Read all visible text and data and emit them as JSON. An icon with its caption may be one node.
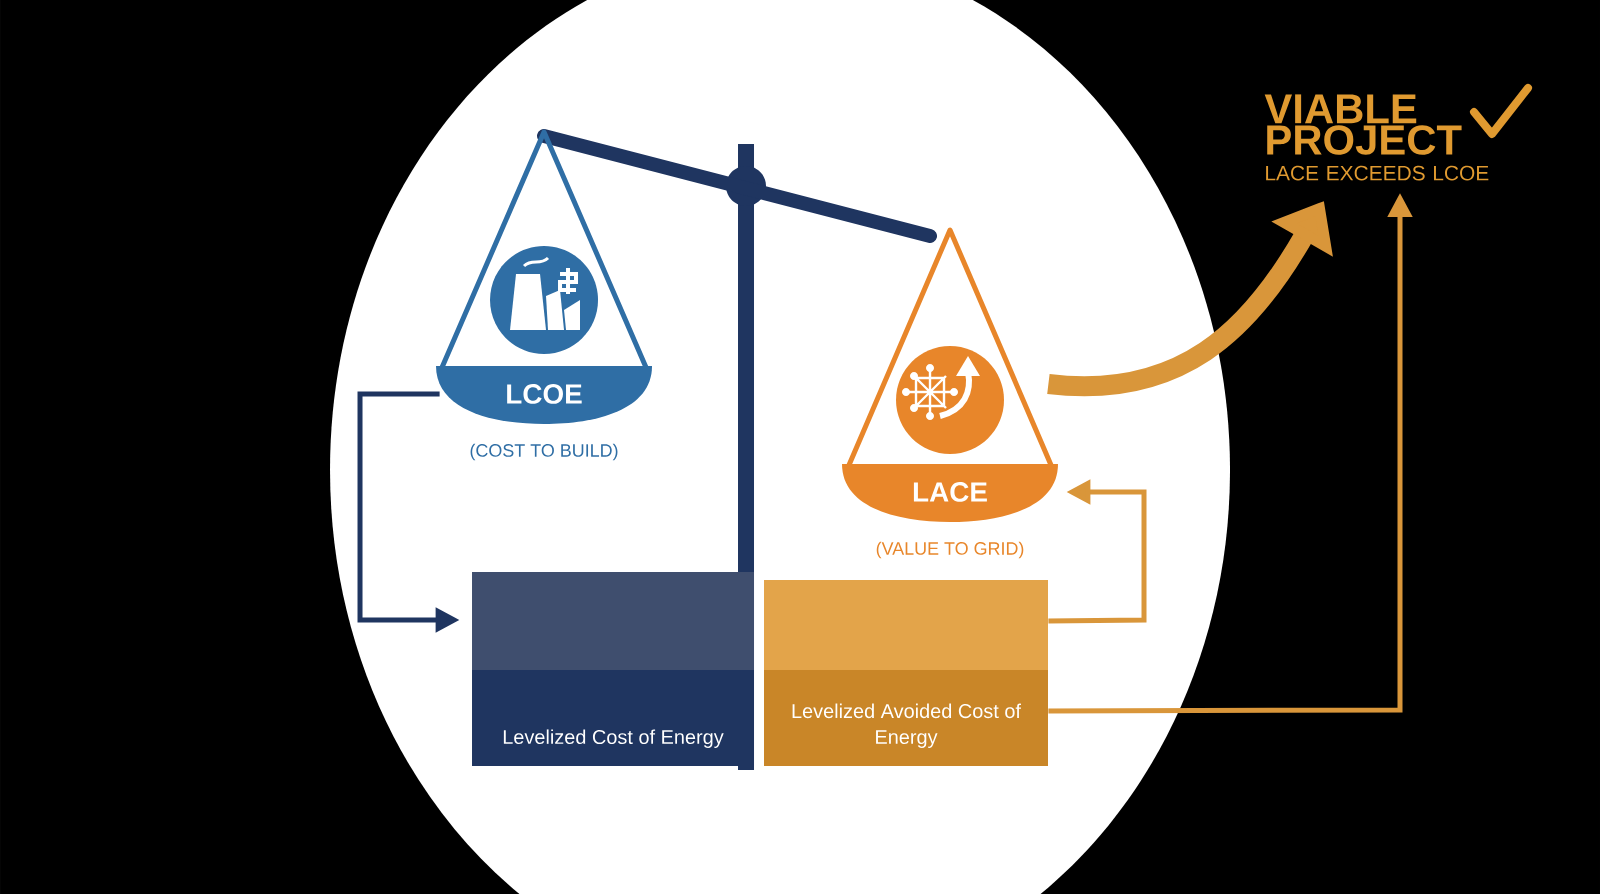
{
  "diagram": {
    "nodes": [
      {
        "text": [
          "LCOE"
        ],
        "beside": [
          "(COST TO BUILD)"
        ]
      },
      {
        "text": [
          "LACE"
        ],
        "beside": [
          "(VALUE TO GRID)"
        ]
      },
      {
        "text": [
          "Levelized Cost of Energy"
        ]
      },
      {
        "text": [
          "Levelized Avoided Cost of Energy"
        ]
      },
      {
        "text": [
          "VIABLE PROJECT",
          "LACE EXCEEDS LCOE"
        ]
      }
    ],
    "edges": [
      {
        "from": 0,
        "to": 2,
        "arrow": "to",
        "color": "#1f3560"
      },
      {
        "from": 3,
        "to": 1,
        "arrow": "to"
      },
      {
        "from": 3,
        "to": 4,
        "arrow": "to"
      },
      {
        "from": 1,
        "to": 4,
        "arrow": "to",
        "style": "thick"
      }
    ]
  }
}
